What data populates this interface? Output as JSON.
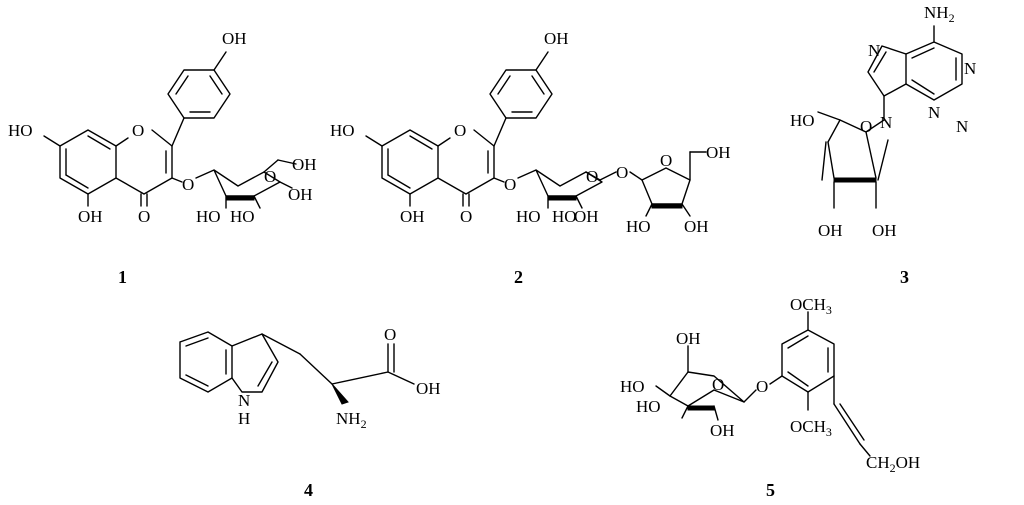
{
  "compounds": [
    {
      "number": "1",
      "labels": {
        "oh_top": "OH",
        "ho_left": "HO",
        "oh_bottom": "OH",
        "ring_o": "O",
        "keto_o": "O",
        "glyco_o": "O",
        "sugar_o": "O",
        "ch2oh": "OH",
        "ho_a": "HO",
        "ho_b": "HO",
        "oh_c": "OH"
      }
    },
    {
      "number": "2",
      "labels": {
        "oh_top": "OH",
        "ho_left": "HO",
        "oh_bottom": "OH",
        "ring_o": "O",
        "keto_o": "O",
        "glyco_o": "O",
        "sugar_o": "O",
        "link_o": "O",
        "furan_o": "O",
        "ch2oh": "OH",
        "ho_a": "HO",
        "ho_b": "HO",
        "oh_c": "OH",
        "ho_d": "HO",
        "oh_e": "OH"
      }
    },
    {
      "number": "3",
      "labels": {
        "nh2": "NH",
        "nh2_sub": "2",
        "n_top": "N",
        "n_right": "N",
        "n_ring": "N",
        "n_low": "N",
        "n9": "N",
        "ho": "HO",
        "ring_o": "O",
        "oh_a": "OH",
        "oh_b": "OH"
      }
    },
    {
      "number": "4",
      "labels": {
        "carbonyl_o": "O",
        "oh": "OH",
        "nh2": "NH",
        "nh2_sub": "2",
        "nh": "N",
        "nh_h": "H"
      }
    },
    {
      "number": "5",
      "labels": {
        "och3_top": "OCH",
        "och3_top_sub": "3",
        "oh_ch2": "OH",
        "ho_a": "HO",
        "ho_b": "HO",
        "oh_c": "OH",
        "sugar_o": "O",
        "glyco_o": "O",
        "och3_low": "OCH",
        "och3_low_sub": "3",
        "ch2oh": "CH",
        "ch2oh_sub": "2",
        "ch2oh_end": "OH"
      }
    }
  ]
}
